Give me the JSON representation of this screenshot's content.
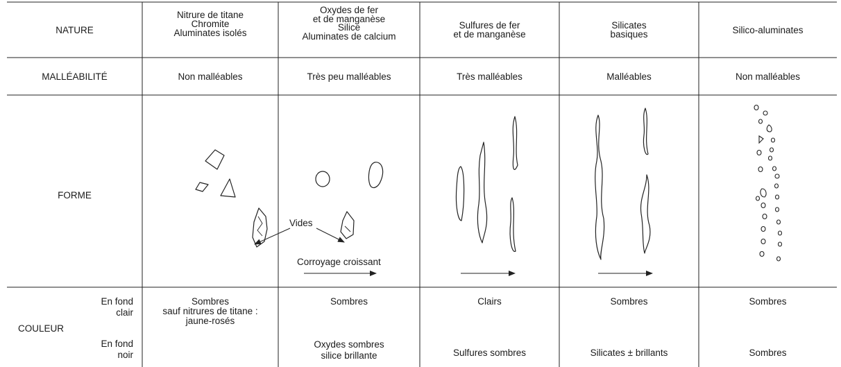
{
  "rows": {
    "nature": "NATURE",
    "malleabilite": "MALLÉABILITÉ",
    "forme": "FORME",
    "couleur": "COULEUR",
    "fond_clair": [
      "En fond",
      "clair"
    ],
    "fond_noir": [
      "En fond",
      "noir"
    ]
  },
  "columns": [
    {
      "nature": [
        "Nitrure de titane",
        "Chromite",
        "Aluminates isolés"
      ],
      "malleabilite": "Non malléables",
      "couleur_clair": [
        "Sombres",
        "sauf nitrures de titane :",
        "jaune-rosés"
      ],
      "couleur_noir": []
    },
    {
      "nature": [
        "Oxydes de fer",
        "et de manganèse",
        "Silice",
        "Aluminates de calcium"
      ],
      "malleabilite": "Très peu malléables",
      "couleur_clair": [
        "Sombres"
      ],
      "couleur_noir": [
        "Oxydes sombres",
        "silice brillante"
      ]
    },
    {
      "nature": [
        "Sulfures de fer",
        "et de manganèse"
      ],
      "malleabilite": "Très malléables",
      "couleur_clair": [
        "Clairs"
      ],
      "couleur_noir": [
        "Sulfures sombres"
      ]
    },
    {
      "nature": [
        "Silicates",
        "basiques"
      ],
      "malleabilite": "Malléables",
      "couleur_clair": [
        "Sombres"
      ],
      "couleur_noir": [
        "Silicates ± brillants"
      ]
    },
    {
      "nature": [
        "Silico-aluminates"
      ],
      "malleabilite": "Non malléables",
      "couleur_clair": [
        "Sombres"
      ],
      "couleur_noir": [
        "Sombres"
      ]
    }
  ],
  "annotations": {
    "vides": "Vides",
    "corroyage": "Corroyage croissant"
  }
}
